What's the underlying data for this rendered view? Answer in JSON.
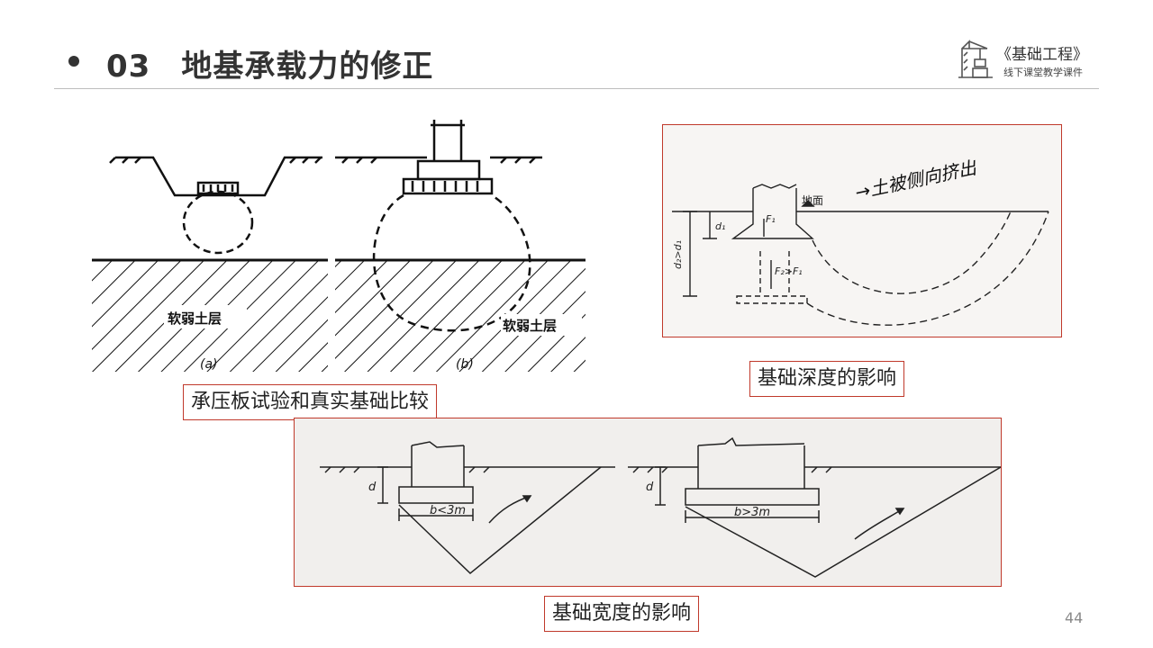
{
  "header": {
    "section_number": "03",
    "title": "地基承载力的修正"
  },
  "logo": {
    "title": "《基础工程》",
    "subtitle": "线下课堂教学课件"
  },
  "figure_a": {
    "soil_label_left": "软弱土层",
    "soil_label_right": "软弱土层",
    "sub_a": "(a)",
    "sub_b": "(b)",
    "caption": "承压板试验和真实基础比较"
  },
  "figure_b": {
    "ground_label": "地面",
    "handwritten_note": "→土被侧向挤出",
    "d1_label": "d₁",
    "d2_label": "d₂>d₁",
    "f1_label": "F₁",
    "f2_label": "F₂>F₁",
    "caption": "基础深度的影响"
  },
  "figure_c": {
    "d_label_left": "d",
    "d_label_right": "d",
    "b_small_label": "b<3m",
    "b_large_label": "b>3m",
    "caption": "基础宽度的影响"
  },
  "page_number": "44"
}
